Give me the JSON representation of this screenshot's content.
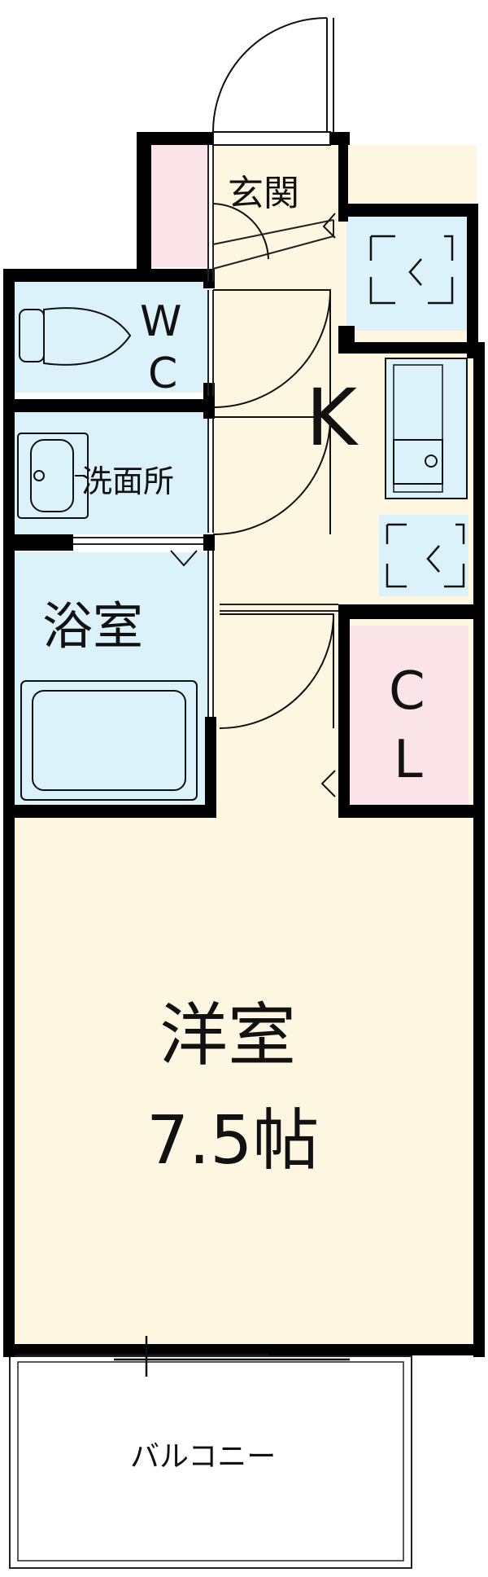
{
  "rooms": {
    "genkan": "玄関",
    "wc_line1": "W",
    "wc_line2": "C",
    "kitchen": "K",
    "senmenjo": "洗面所",
    "yokushitsu": "浴室",
    "closet_line1": "C",
    "closet_line2": "L",
    "youshitsu": "洋室",
    "youshitsu_size": "7.5帖",
    "balcony": "バルコニー"
  },
  "colors": {
    "floor": "#fdf6e0",
    "wet": "#dcf2fa",
    "storage": "#fbe3ea",
    "wall": "#000000"
  }
}
